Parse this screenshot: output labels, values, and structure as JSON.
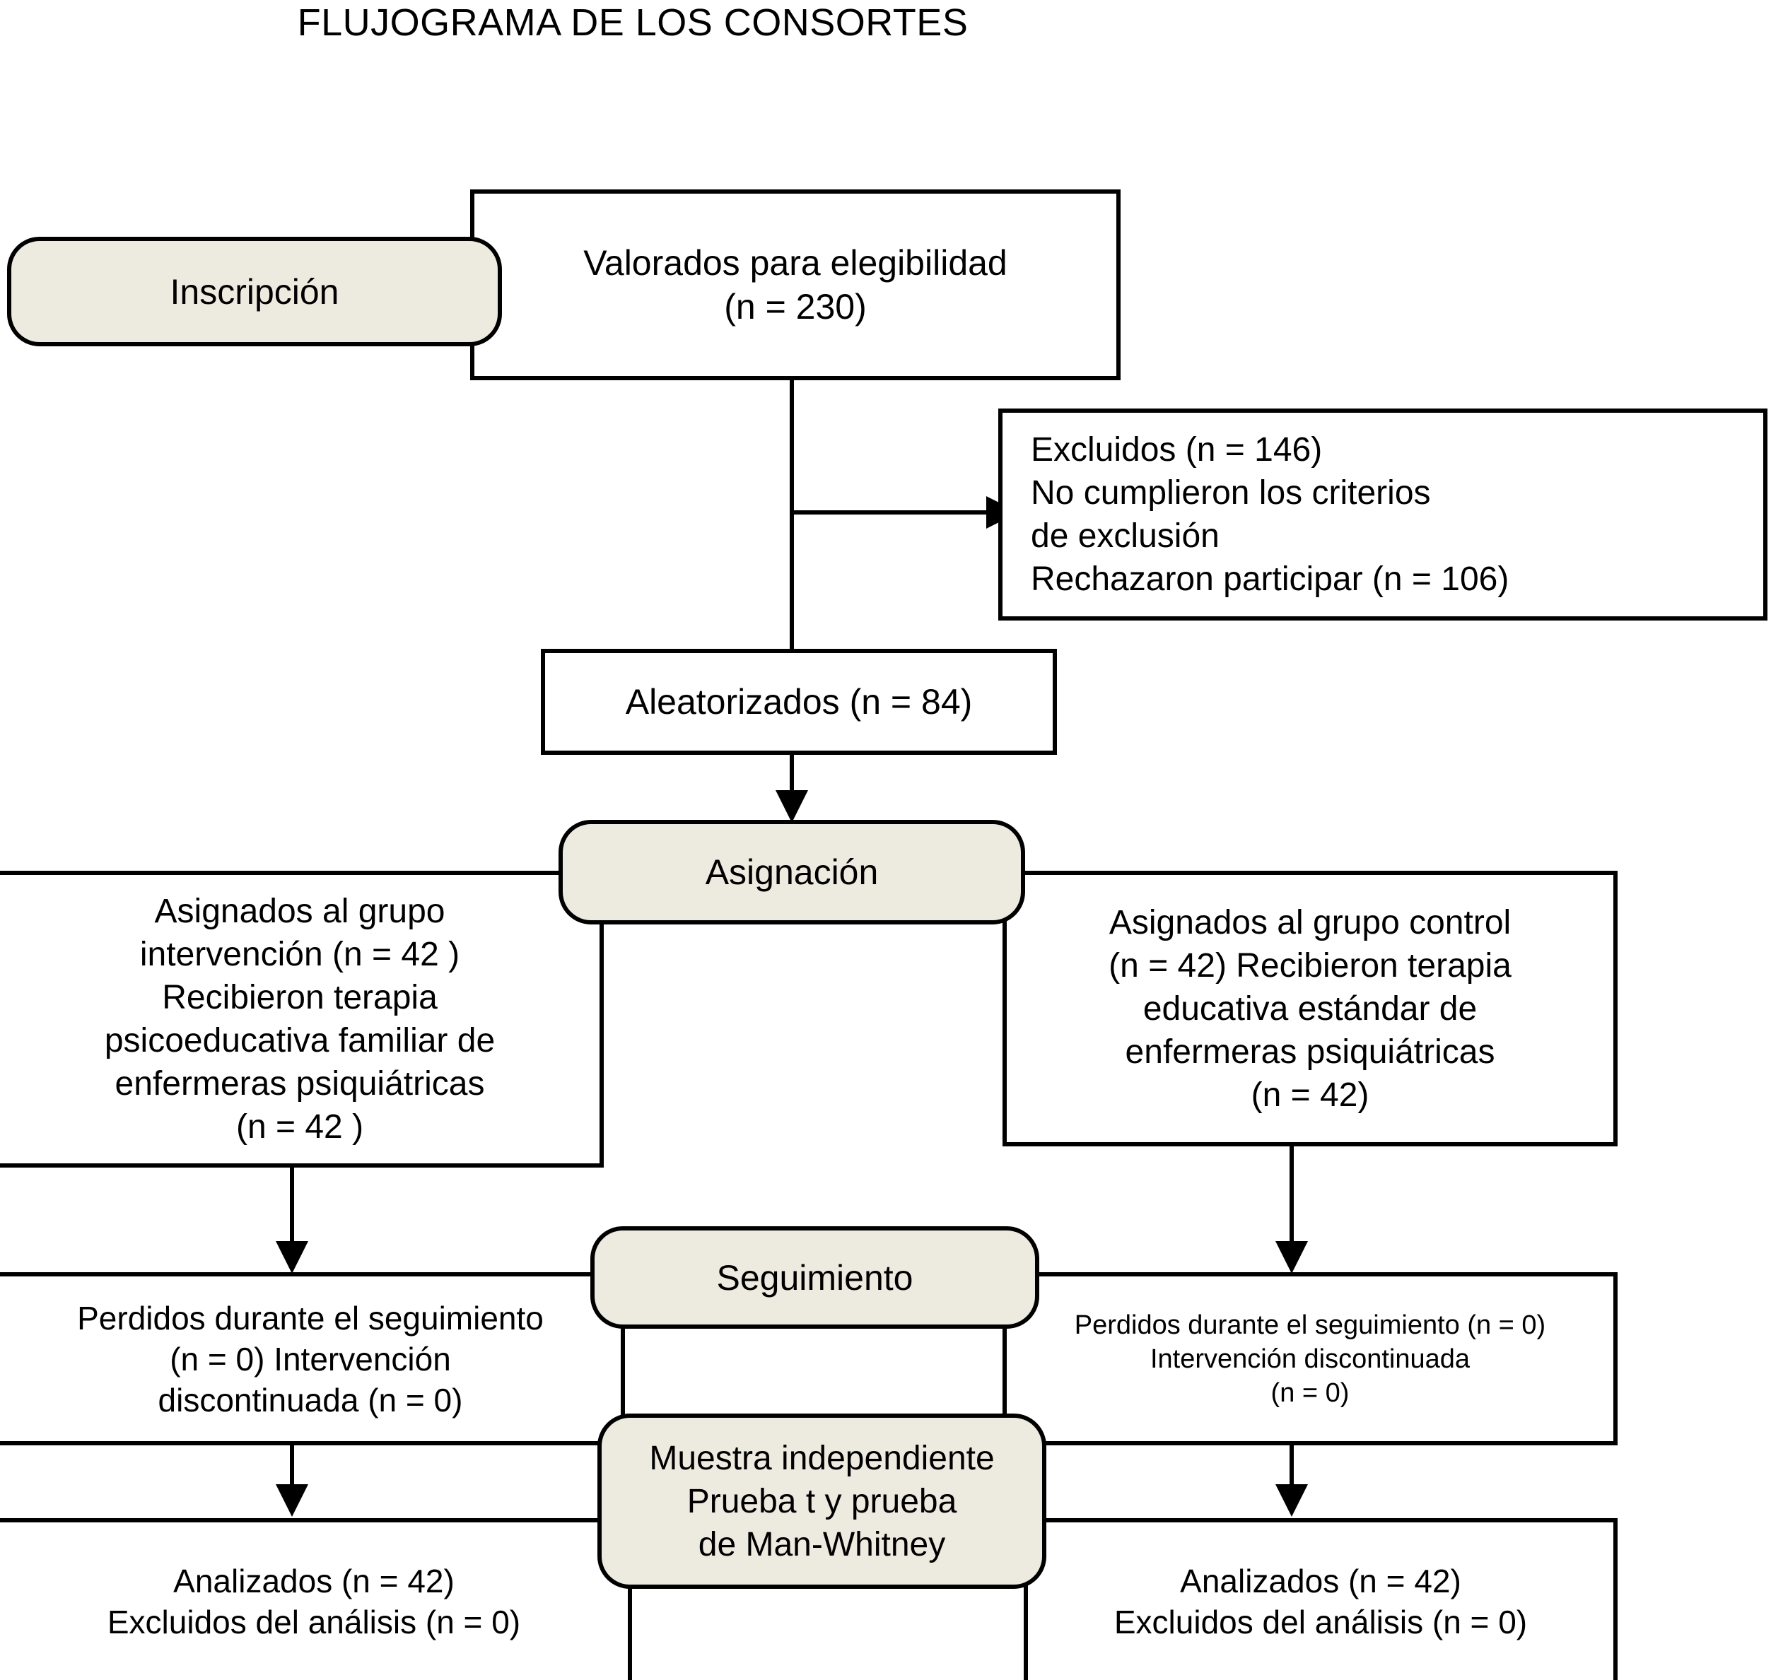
{
  "diagram": {
    "title": "FLUJOGRAMA DE LOS CONSORTES",
    "colors": {
      "stage_fill": "#EDEAE0",
      "box_fill": "#FFFFFF",
      "stroke": "#000000"
    },
    "stage_labels": {
      "enrollment": "Inscripción",
      "allocation": "Asignación",
      "followup": "Seguimiento",
      "analysis_note_line1": "Muestra independiente",
      "analysis_note_line2": "Prueba t y prueba",
      "analysis_note_line3": "de Man-Whitney"
    },
    "nodes": {
      "assessed": {
        "line1": "Valorados para elegibilidad",
        "line2": "(n = 230)"
      },
      "excluded": {
        "line1": "Excluidos (n = 146)",
        "line2": "No cumplieron los criterios",
        "line3": " de exclusión",
        "line4": "Rechazaron participar (n = 106)"
      },
      "randomized": {
        "line1": "Aleatorizados (n = 84)"
      },
      "allocated_intervention": {
        "line1": "Asignados al grupo",
        "line2": "intervención (n = 42 )",
        "line3": "Recibieron terapia",
        "line4": "psicoeducativa familiar de",
        "line5": "enfermeras psiquiátricas",
        "line6": "(n = 42 )"
      },
      "allocated_control": {
        "line1": "Asignados al grupo control",
        "line2": "(n = 42) Recibieron terapia",
        "line3": "educativa estándar de",
        "line4": "enfermeras psiquiátricas",
        "line5": "(n = 42)"
      },
      "followup_intervention": {
        "line1": "Perdidos durante el seguimiento",
        "line2": "(n = 0) Intervención",
        "line3": "discontinuada (n = 0)"
      },
      "followup_control": {
        "line1": "Perdidos durante el seguimiento (n = 0)",
        "line2": "Intervención discontinuada",
        "line3": "(n = 0)"
      },
      "analyzed_intervention": {
        "line1": "Analizados (n = 42)",
        "line2": "Excluidos del análisis (n = 0)"
      },
      "analyzed_control": {
        "line1": "Analizados (n = 42)",
        "line2": "Excluidos del análisis (n = 0)"
      }
    },
    "counts": {
      "assessed_n": 230,
      "excluded_n": 146,
      "refused_n": 106,
      "randomized_n": 84,
      "intervention_n": 42,
      "control_n": 42,
      "intervention_lost_n": 0,
      "control_lost_n": 0,
      "intervention_analyzed_n": 42,
      "control_analyzed_n": 42,
      "intervention_excluded_analysis_n": 0,
      "control_excluded_analysis_n": 0
    }
  }
}
